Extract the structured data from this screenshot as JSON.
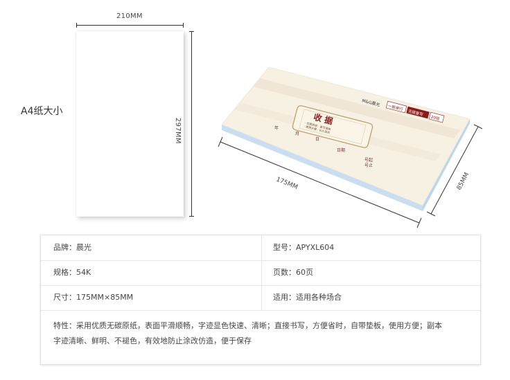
{
  "dimensions": {
    "a4_width": "210MM",
    "a4_height": "297MM",
    "receipt_length": "175MM",
    "receipt_width": "85MM",
    "a4_caption": "A4纸大小"
  },
  "receipt": {
    "brand_mark": "M&G晨光",
    "tag_1": "一联单行",
    "tag_2": "无碳复写",
    "tag_3": "20组",
    "title": "收 据",
    "features_line1": "· 优质原纸 · 复写清晰",
    "features_line2": "· 使用方便 · 长久保存",
    "form_labels": [
      "年",
      "月",
      "日",
      "日期",
      "号起",
      "号止"
    ]
  },
  "spec": {
    "brand": "品牌：晨光",
    "model": "型号：APYXL604",
    "size_spec": "规格：54K",
    "pages": "页数：60页",
    "dimensions": "尺寸：175MM×85MM",
    "usage": "适用：适用各种场合",
    "features_line1": "特性：采用优质无碳原纸，表面平滑顺畅，字迹显色快速、清晰；直接书写，方便省时，自带垫板，使用方便；副本",
    "features_line2": "字迹清晰、鲜明、不褪色，有效地防止涂改仿造，便于保存"
  },
  "colors": {
    "cover_cream": "#f7f1e4",
    "cover_band": "#ece4d2",
    "title_red": "#8b1a1a",
    "edge_blue": "#b8d6ee"
  }
}
